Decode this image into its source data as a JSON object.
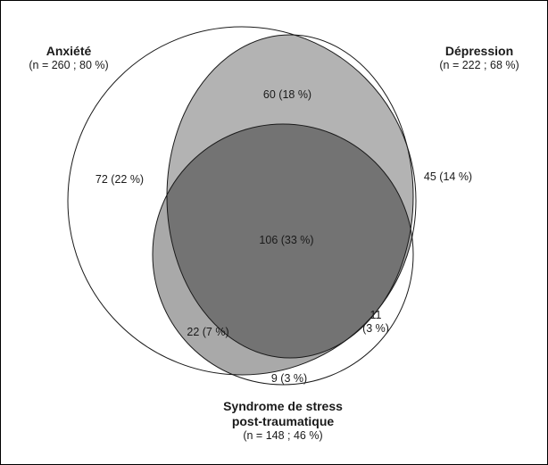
{
  "sets": {
    "anxiety": {
      "name": "Anxiété",
      "stat": "(n = 260 ; 80 %)"
    },
    "depression": {
      "name": "Dépression",
      "stat": "(n = 222 ; 68 %)"
    },
    "ptsd": {
      "name_line1": "Syndrome de stress",
      "name_line2": "post-traumatique",
      "stat": "(n = 148 ; 46 %)"
    }
  },
  "regions": {
    "anxiety_only": "72 (22 %)",
    "depression_only": "45 (14 %)",
    "anxiety_depression": "60 (18 %)",
    "all_three": "106 (33 %)",
    "anxiety_ptsd": "22 (7 %)",
    "depression_ptsd_line1": "11",
    "depression_ptsd_line2": "(3 %)",
    "ptsd_only": "9 (3 %)"
  },
  "colors": {
    "stroke": "#1a1a1a",
    "anxiety_depression_fill": "#b3b3b3",
    "anxiety_ptsd_fill": "#a9a9a9",
    "triple_fill": "#737373"
  }
}
